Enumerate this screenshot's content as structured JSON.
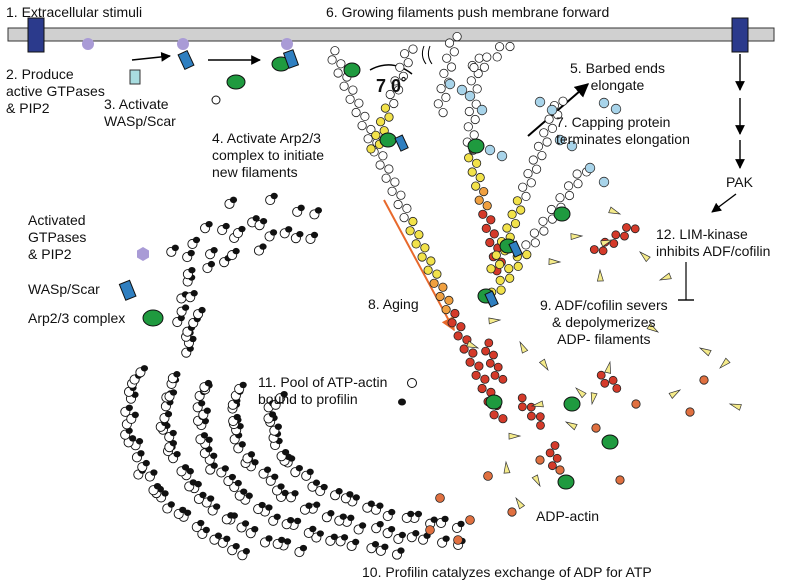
{
  "labels": {
    "step1": "1. Extracellular stimuli",
    "step2": "2. Produce\nactive GTPases\n& PIP2",
    "step3": "3. Activate\nWASp/Scar",
    "step4": "4. Activate Arp2/3\ncomplex to initiate\nnew filaments",
    "step5": "5. Barbed ends\nelongate",
    "step6": "6. Growing filaments push membrane forward",
    "step7": "7. Capping protein\nterminates elongation",
    "step8": "8. Aging",
    "step9": "9. ADF/cofilin severs\n& depolymerizes\nADP- filaments",
    "step10": "10.  Profilin catalyzes exchange of ADP for ATP",
    "step11": "11. Pool of ATP-actin\nbound to profilin",
    "step12": "12. LIM-kinase\ninhibits ADF/cofilin",
    "pak": "PAK",
    "adp_actin": "ADP-actin",
    "angle": "7 0˚"
  },
  "legend": {
    "gtpases": "Activated\nGTPases\n& PIP2",
    "wasp": "WASp/Scar",
    "arp": "Arp2/3 complex"
  },
  "colors": {
    "membrane": "#d0d0d0",
    "receptor": "#2b3a8c",
    "gtpase": "#a99bd6",
    "wasp": "#2f7fc0",
    "wasp_inactive": "#a8dde0",
    "arp": "#1f9a3f",
    "atp_actin": "#ffffff",
    "adp_pi_actin": "#f2e24a",
    "adp_actin_mid": "#f0a040",
    "adp_actin": "#d43a2a",
    "monomer_adp": "#e07040",
    "capping": "#a8d4ea",
    "cofilin": "#f5eb8a",
    "profilin": "#111111",
    "aging_arrow": "#e8692c"
  }
}
